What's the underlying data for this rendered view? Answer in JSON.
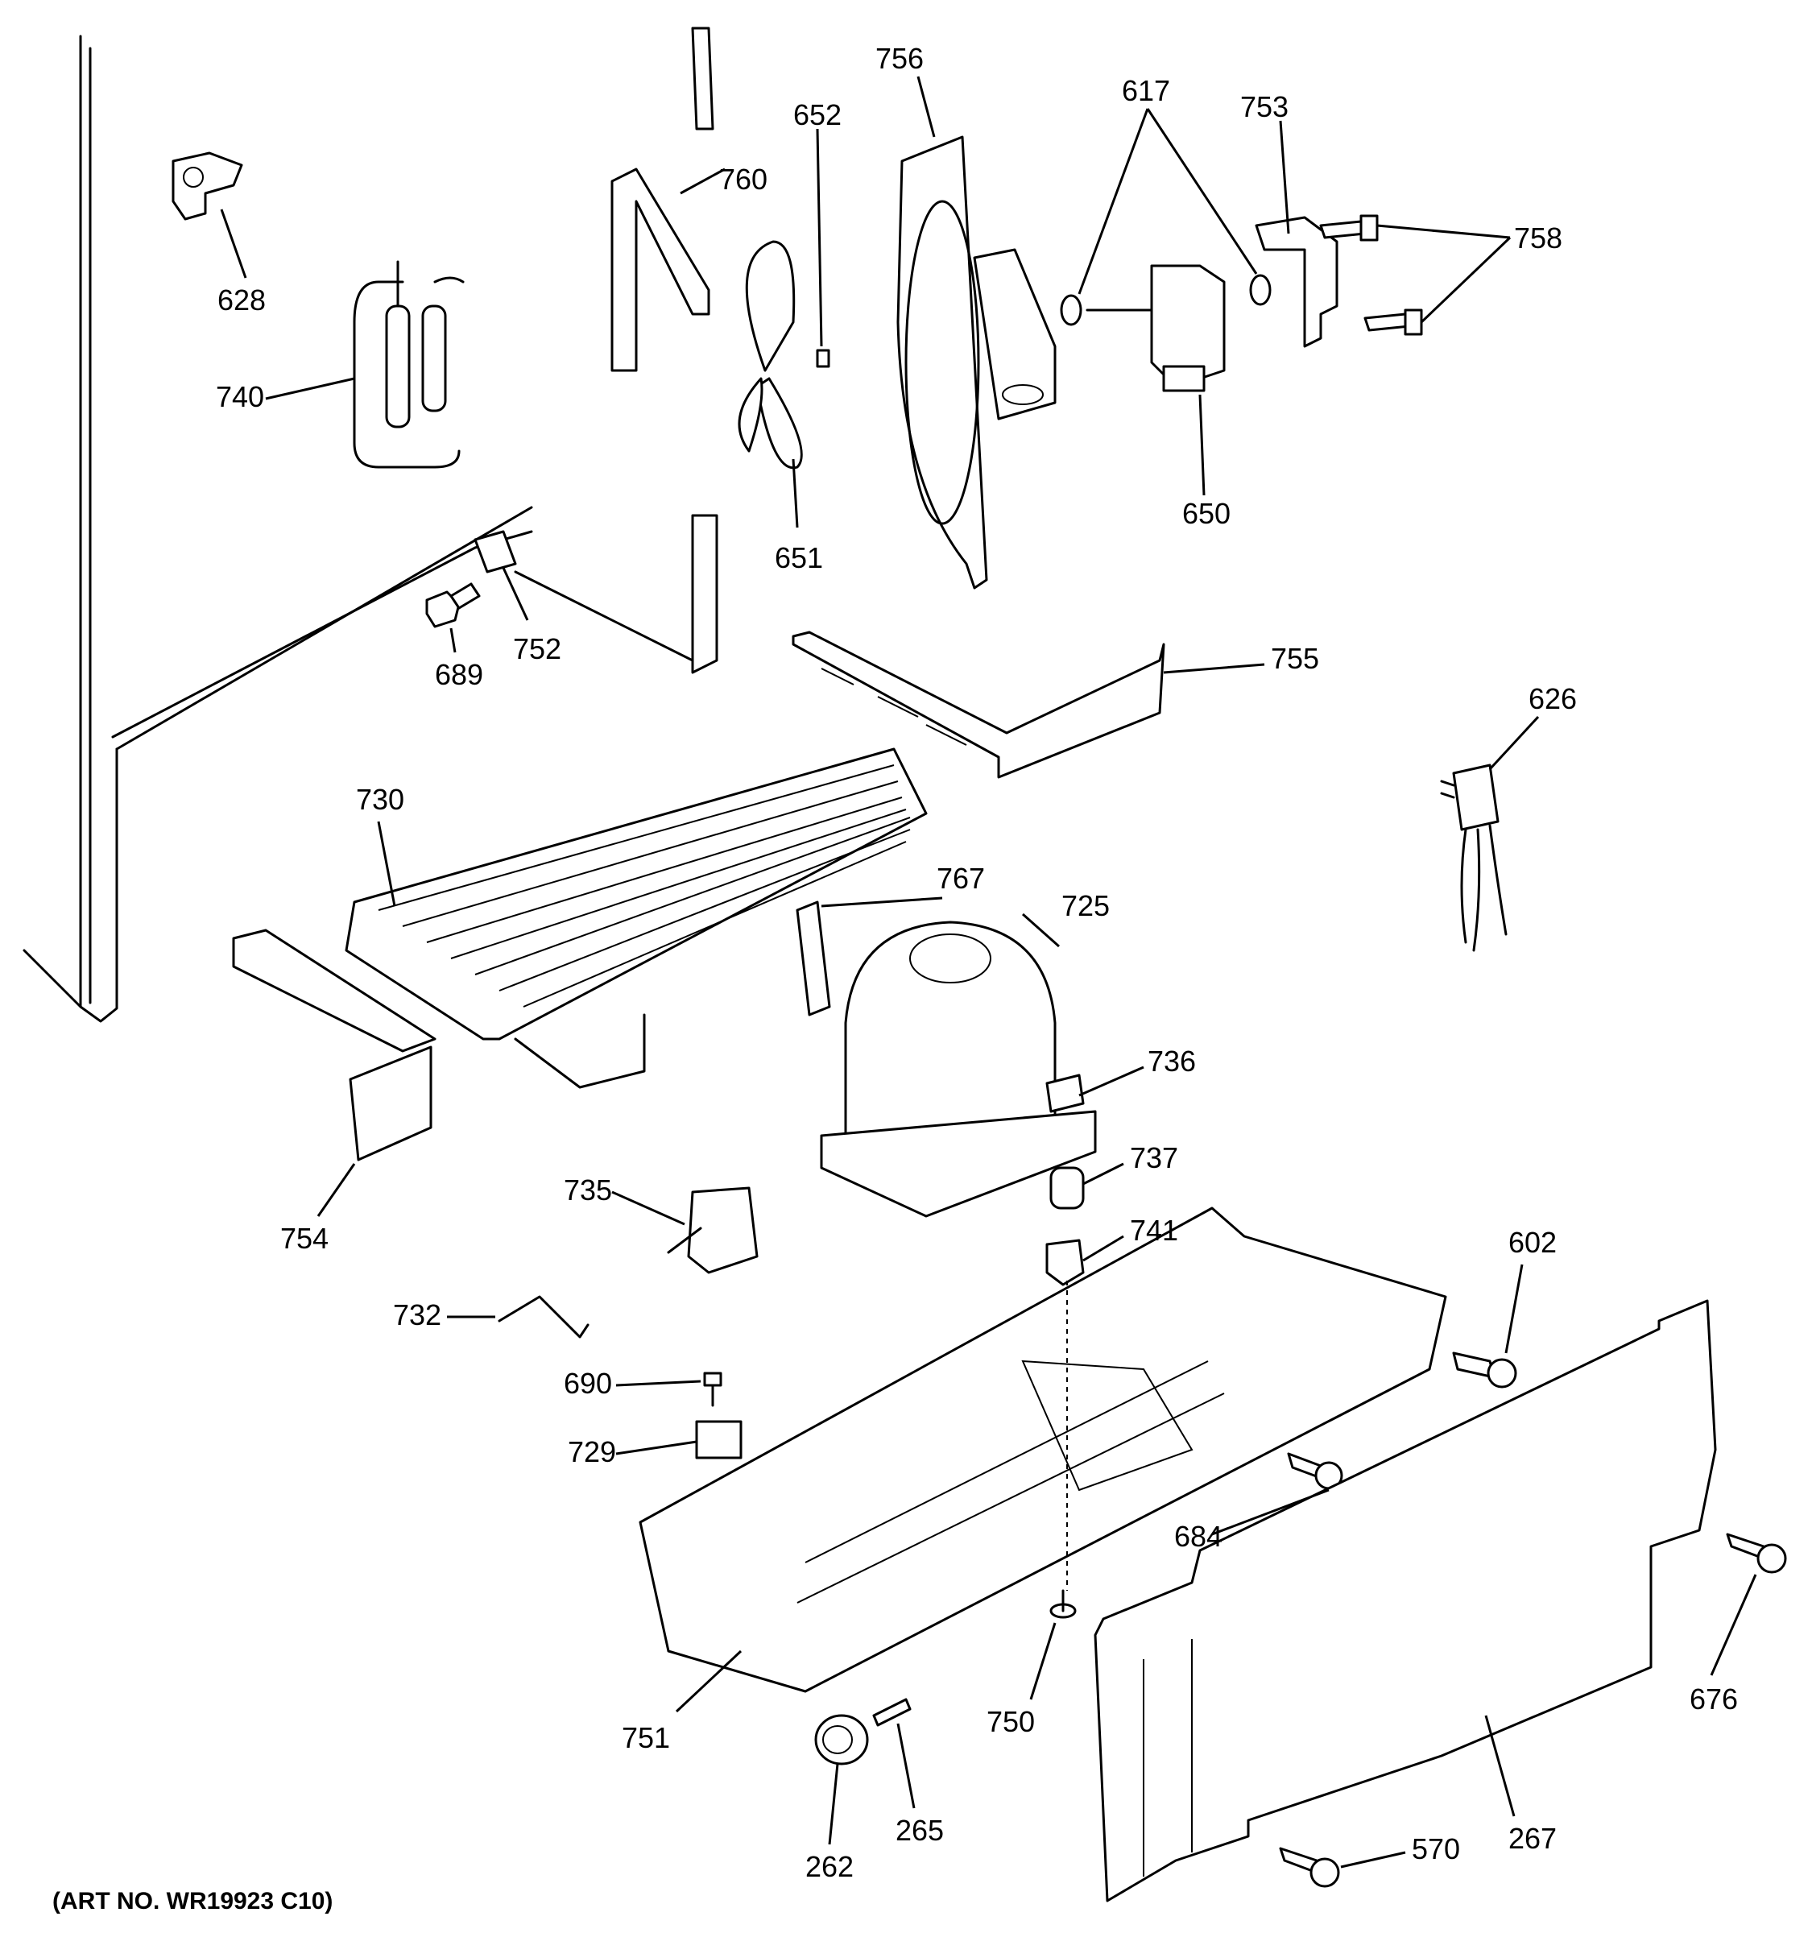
{
  "diagram": {
    "art_number": "(ART NO. WR19923 C10)",
    "callouts": [
      {
        "id": "628",
        "label": "628"
      },
      {
        "id": "740",
        "label": "740"
      },
      {
        "id": "760",
        "label": "760"
      },
      {
        "id": "652",
        "label": "652"
      },
      {
        "id": "756",
        "label": "756"
      },
      {
        "id": "617",
        "label": "617"
      },
      {
        "id": "753",
        "label": "753"
      },
      {
        "id": "758",
        "label": "758"
      },
      {
        "id": "650",
        "label": "650"
      },
      {
        "id": "651",
        "label": "651"
      },
      {
        "id": "689",
        "label": "689"
      },
      {
        "id": "752",
        "label": "752"
      },
      {
        "id": "755",
        "label": "755"
      },
      {
        "id": "626",
        "label": "626"
      },
      {
        "id": "730",
        "label": "730"
      },
      {
        "id": "767",
        "label": "767"
      },
      {
        "id": "725",
        "label": "725"
      },
      {
        "id": "736",
        "label": "736"
      },
      {
        "id": "737",
        "label": "737"
      },
      {
        "id": "741",
        "label": "741"
      },
      {
        "id": "735",
        "label": "735"
      },
      {
        "id": "754",
        "label": "754"
      },
      {
        "id": "732",
        "label": "732"
      },
      {
        "id": "602",
        "label": "602"
      },
      {
        "id": "690",
        "label": "690"
      },
      {
        "id": "729",
        "label": "729"
      },
      {
        "id": "684",
        "label": "684"
      },
      {
        "id": "676",
        "label": "676"
      },
      {
        "id": "751",
        "label": "751"
      },
      {
        "id": "750",
        "label": "750"
      },
      {
        "id": "262",
        "label": "262"
      },
      {
        "id": "265",
        "label": "265"
      },
      {
        "id": "267",
        "label": "267"
      },
      {
        "id": "570",
        "label": "570"
      }
    ]
  }
}
